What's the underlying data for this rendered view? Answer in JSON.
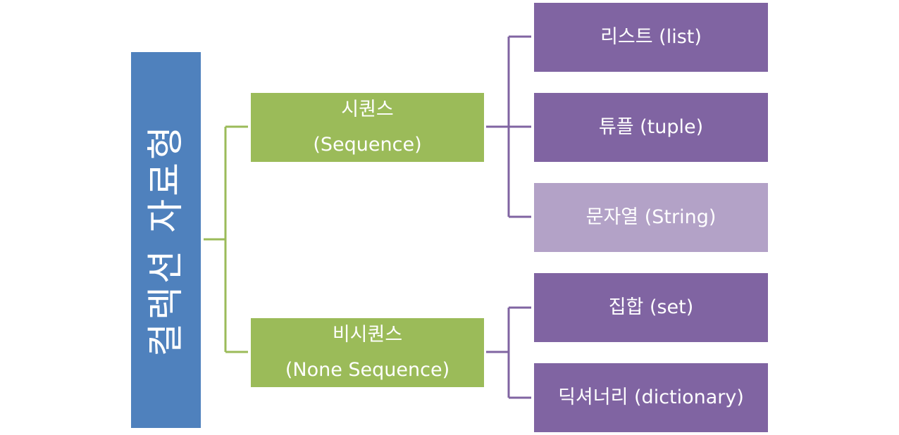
{
  "root": {
    "label": "컬렉션 자료형"
  },
  "sequence": {
    "line1": "시퀀스",
    "line2": "(Sequence)",
    "children": [
      {
        "label": "리스트 (list)"
      },
      {
        "label": "튜플 (tuple)"
      },
      {
        "label": "문자열 (String)"
      }
    ]
  },
  "non_sequence": {
    "line1": "비시퀀스",
    "line2": "(None Sequence)",
    "children": [
      {
        "label": "집합 (set)"
      },
      {
        "label": "딕셔너리 (dictionary)"
      }
    ]
  },
  "colors": {
    "root": "#4f81bd",
    "mid": "#9bbb59",
    "leaf": "#8064a2",
    "leaf_light": "#b3a2c7"
  }
}
